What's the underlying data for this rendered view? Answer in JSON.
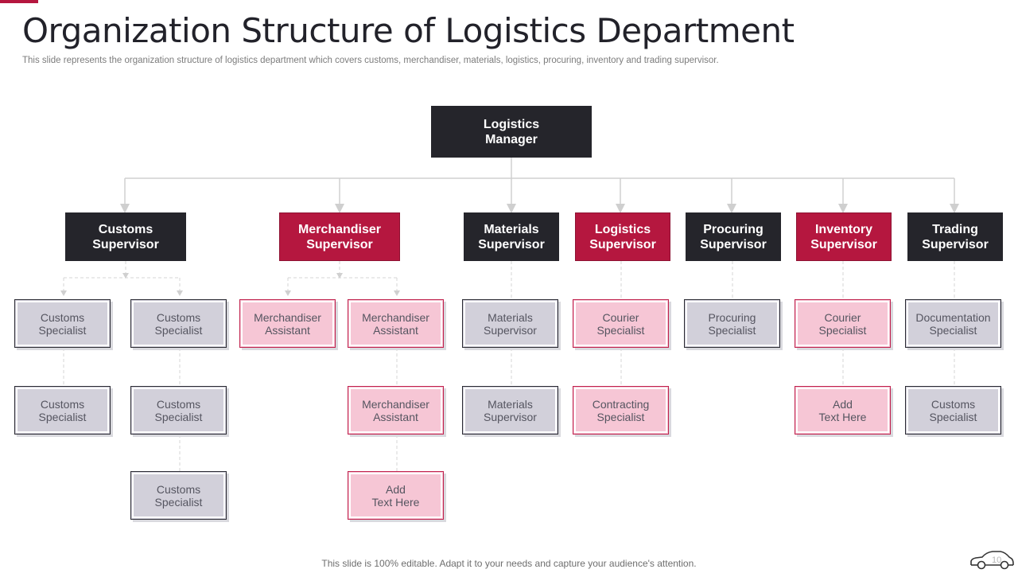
{
  "title": "Organization Structure of Logistics Department",
  "subtitle": "This slide represents the organization structure of logistics department which covers customs, merchandiser, materials, logistics, procuring, inventory and trading supervisor.",
  "manager": {
    "label": "Logistics\nManager"
  },
  "supervisors": [
    {
      "label": "Customs\nSupervisor",
      "color": "#25252b"
    },
    {
      "label": "Merchandiser\nSupervisor",
      "color": "#b5173f"
    },
    {
      "label": "Materials\nSupervisor",
      "color": "#25252b"
    },
    {
      "label": "Logistics\nSupervisor",
      "color": "#b5173f"
    },
    {
      "label": "Procuring\nSupervisor",
      "color": "#25252b"
    },
    {
      "label": "Inventory\nSupervisor",
      "color": "#b5173f"
    },
    {
      "label": "Trading\nSupervisor",
      "color": "#25252b"
    }
  ],
  "staff": {
    "customs_left": [
      "Customs\nSpecialist",
      "Customs\nSpecialist"
    ],
    "customs_right": [
      "Customs\nSpecialist",
      "Customs\nSpecialist",
      "Customs\nSpecialist"
    ],
    "merch_left": [
      "Merchandiser\nAssistant"
    ],
    "merch_right": [
      "Merchandiser\nAssistant",
      "Merchandiser\nAssistant",
      "Add\nText Here"
    ],
    "materials": [
      "Materials\nSupervisor",
      "Materials\nSupervisor"
    ],
    "logistics": [
      "Courier\nSpecialist",
      "Contracting\nSpecialist"
    ],
    "procuring": [
      "Procuring\nSpecialist"
    ],
    "inventory": [
      "Courier\nSpecialist",
      "Add\nText Here"
    ],
    "trading": [
      "Documentation\nSpecialist",
      "Customs\nSpecialist"
    ]
  },
  "footer": "This slide is 100% editable. Adapt it to your needs and capture your audience's attention.",
  "page_number": "10",
  "colors": {
    "dark": "#25252b",
    "accent": "#b5173f",
    "gray_box": "#d2d0da",
    "pink_box": "#f6c6d5"
  },
  "icons": {
    "footer_logo": "car-icon"
  }
}
